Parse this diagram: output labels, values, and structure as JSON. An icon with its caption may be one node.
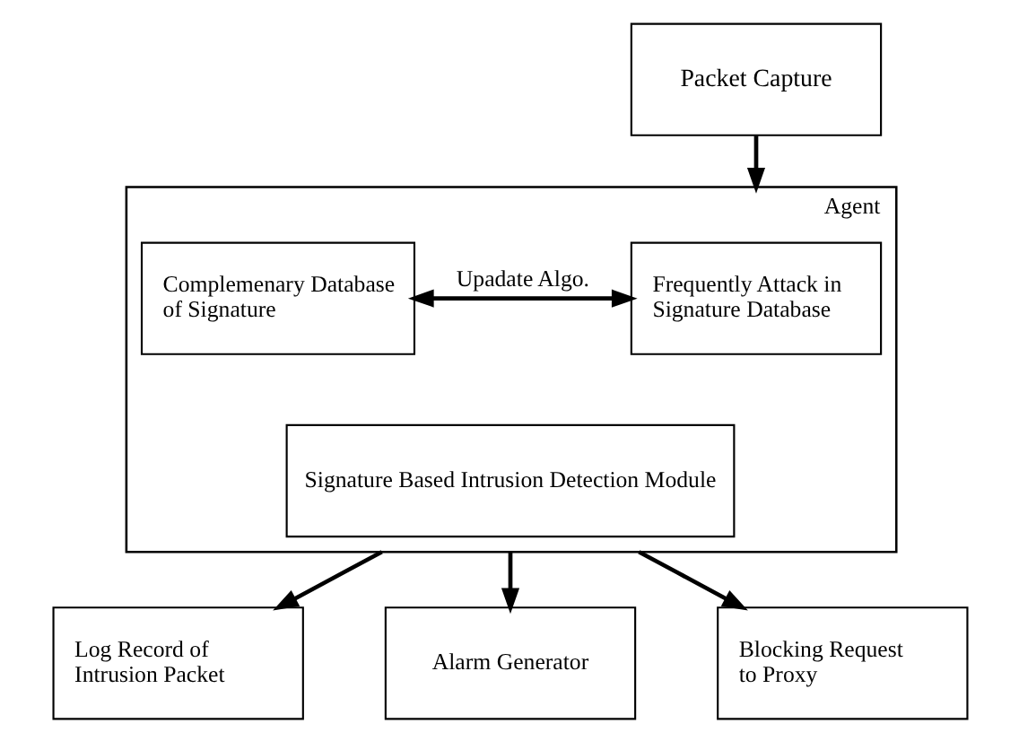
{
  "diagram": {
    "nodes": [
      {
        "text": [
          "Packet Capture"
        ]
      },
      {
        "text": [
          "Agent"
        ]
      },
      {
        "text": [
          "Frequently Attack in Signature Database"
        ],
        "in": 1
      },
      {
        "text": [
          "Complemenary Database of Signature"
        ],
        "in": 1
      },
      {
        "text": [
          "Signature Based Intrusion Detection Module"
        ],
        "in": 1
      },
      {
        "text": [
          "Log Record of Intrusion Packet"
        ]
      },
      {
        "text": [
          "Alarm Generator"
        ]
      },
      {
        "text": [
          "Blocking Request to Proxy"
        ]
      }
    ],
    "edges": [
      {
        "from": 0,
        "to": 1,
        "arrow": "to"
      },
      {
        "from": 2,
        "to": 3,
        "arrow": "both",
        "label": "Upadate Algo."
      },
      {
        "from": 1,
        "to": 5,
        "arrow": "to"
      },
      {
        "from": 1,
        "to": 6,
        "arrow": "to"
      },
      {
        "from": 1,
        "to": 7,
        "arrow": "to"
      }
    ]
  }
}
